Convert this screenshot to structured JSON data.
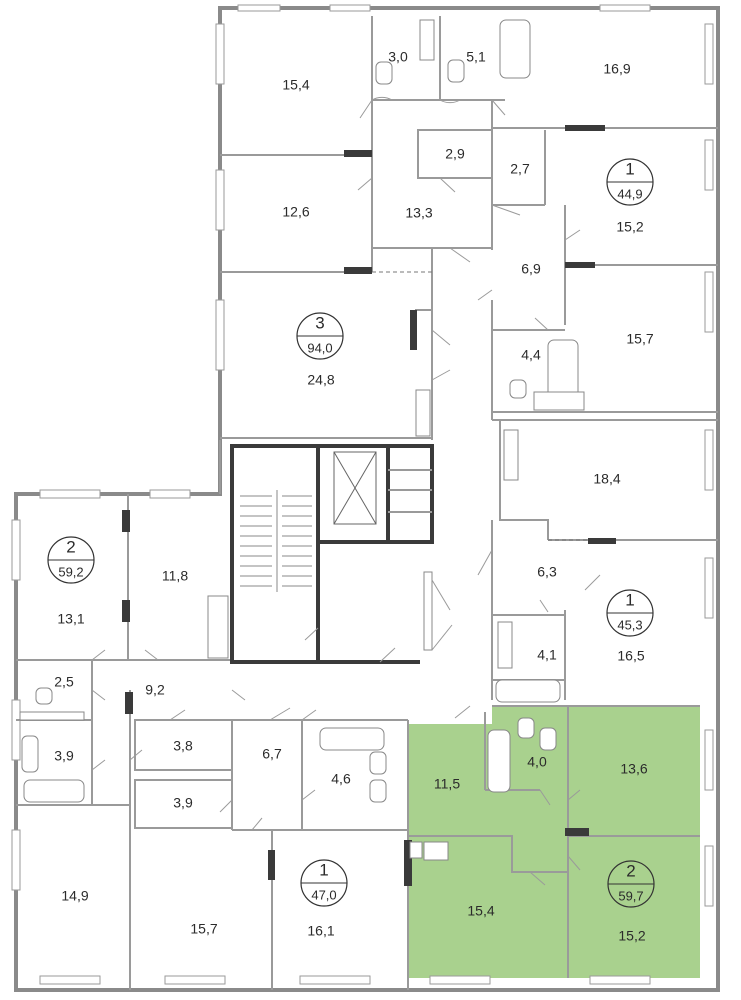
{
  "highlight_color": "#a9d18e",
  "wall_color": "#8a8a8a",
  "core_color": "#3a3a3a",
  "rooms": [
    {
      "id": "r-15-4-top",
      "label": "15,4"
    },
    {
      "id": "r-3-0",
      "label": "3,0"
    },
    {
      "id": "r-5-1",
      "label": "5,1"
    },
    {
      "id": "r-16-9",
      "label": "16,9"
    },
    {
      "id": "r-2-9",
      "label": "2,9"
    },
    {
      "id": "r-2-7",
      "label": "2,7"
    },
    {
      "id": "r-12-6",
      "label": "12,6"
    },
    {
      "id": "r-13-3",
      "label": "13,3"
    },
    {
      "id": "r-15-2-top",
      "label": "15,2"
    },
    {
      "id": "r-6-9",
      "label": "6,9"
    },
    {
      "id": "r-24-8",
      "label": "24,8"
    },
    {
      "id": "r-4-4",
      "label": "4,4"
    },
    {
      "id": "r-15-7-right",
      "label": "15,7"
    },
    {
      "id": "r-18-4",
      "label": "18,4"
    },
    {
      "id": "r-11-8",
      "label": "11,8"
    },
    {
      "id": "r-13-1",
      "label": "13,1"
    },
    {
      "id": "r-6-3",
      "label": "6,3"
    },
    {
      "id": "r-4-1",
      "label": "4,1"
    },
    {
      "id": "r-16-5",
      "label": "16,5"
    },
    {
      "id": "r-2-5",
      "label": "2,5"
    },
    {
      "id": "r-9-2",
      "label": "9,2"
    },
    {
      "id": "r-3-8",
      "label": "3,8"
    },
    {
      "id": "r-3-9-left",
      "label": "3,9"
    },
    {
      "id": "r-3-9-mid",
      "label": "3,9"
    },
    {
      "id": "r-6-7",
      "label": "6,7"
    },
    {
      "id": "r-4-6",
      "label": "4,6"
    },
    {
      "id": "r-11-5",
      "label": "11,5"
    },
    {
      "id": "r-4-0",
      "label": "4,0"
    },
    {
      "id": "r-13-6",
      "label": "13,6"
    },
    {
      "id": "r-14-9",
      "label": "14,9"
    },
    {
      "id": "r-15-7-bottom",
      "label": "15,7"
    },
    {
      "id": "r-16-1",
      "label": "16,1"
    },
    {
      "id": "r-15-4-bottom",
      "label": "15,4"
    },
    {
      "id": "r-15-2-bottom",
      "label": "15,2"
    }
  ],
  "apartments": [
    {
      "id": "apt-top-right",
      "rooms": "1",
      "total": "44,9"
    },
    {
      "id": "apt-top-left",
      "rooms": "3",
      "total": "94,0"
    },
    {
      "id": "apt-left",
      "rooms": "2",
      "total": "59,2"
    },
    {
      "id": "apt-mid-right",
      "rooms": "1",
      "total": "45,3"
    },
    {
      "id": "apt-bottom-mid",
      "rooms": "1",
      "total": "47,0"
    },
    {
      "id": "apt-selected",
      "rooms": "2",
      "total": "59,7"
    }
  ]
}
